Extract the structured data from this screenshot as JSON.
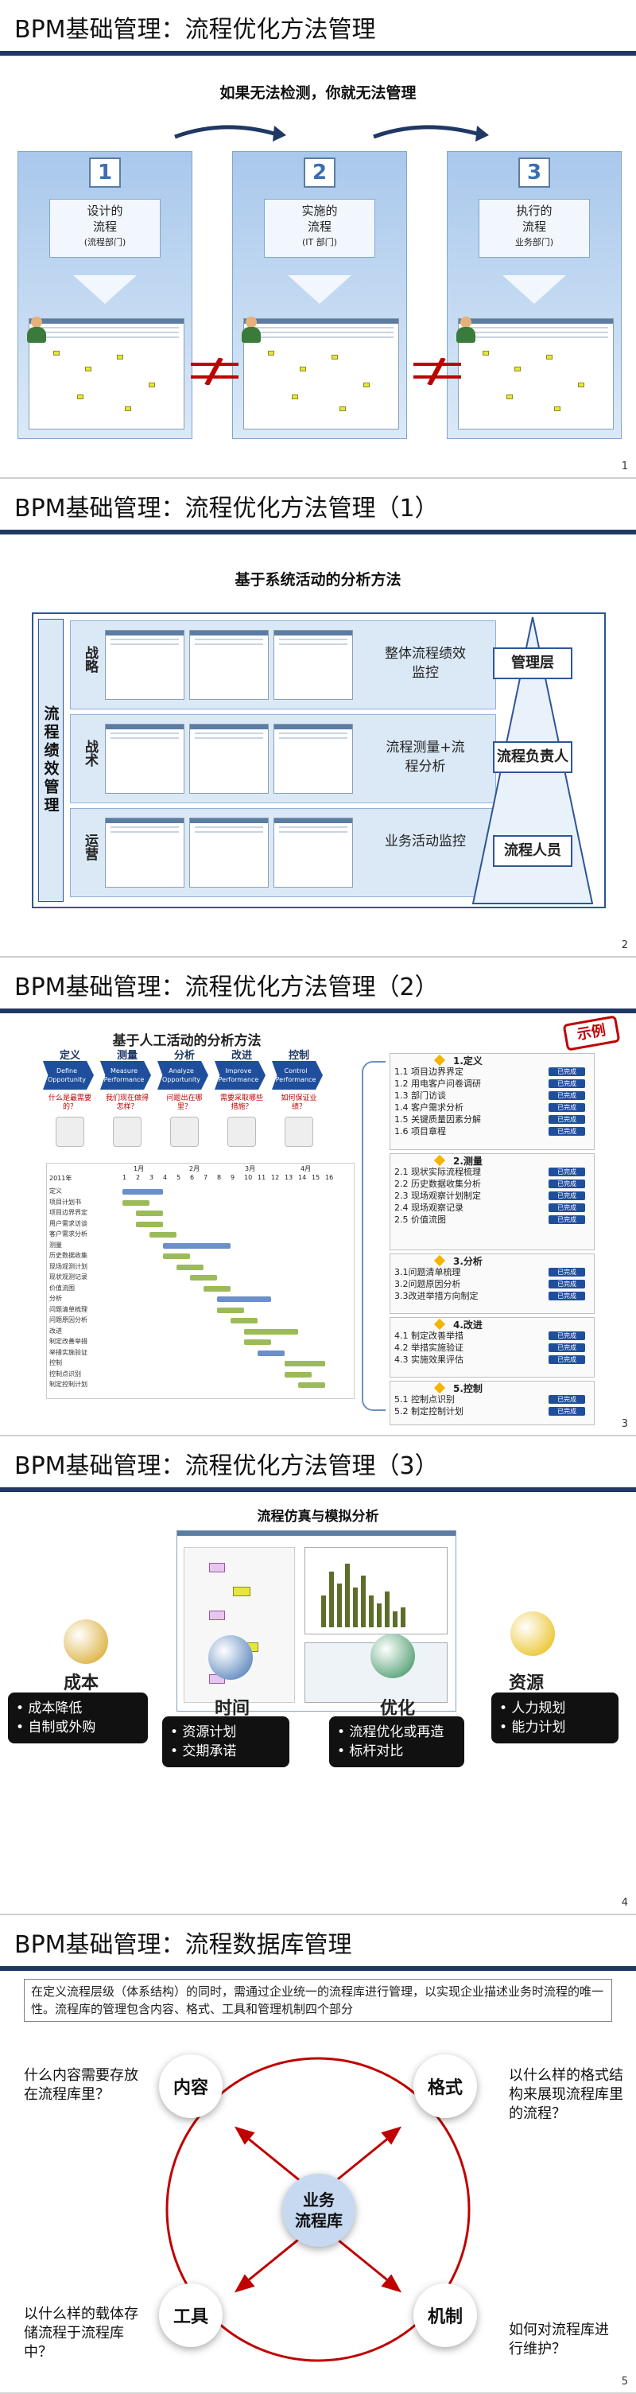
{
  "s1": {
    "title": "BPM基础管理：流程优化方法管理",
    "subtitle": "如果无法检测，你就无法管理",
    "stages": [
      {
        "num": "1",
        "line1": "设计的",
        "line2": "流程",
        "line3": "(流程部门)"
      },
      {
        "num": "2",
        "line1": "实施的",
        "line2": "流程",
        "line3": "(IT 部门)"
      },
      {
        "num": "3",
        "line1": "执行的",
        "line2": "流程",
        "line3": "业务部门)"
      }
    ],
    "page": "1"
  },
  "s2": {
    "title": "BPM基础管理：流程优化方法管理（1）",
    "subtitle": "基于系统活动的分析方法",
    "side_label": "流程绩效管理",
    "rows": [
      {
        "label": "战略",
        "desc1": "整体流程绩效",
        "desc2": "监控"
      },
      {
        "label": "战术",
        "desc1": "流程测量+流",
        "desc2": "程分析"
      },
      {
        "label": "运营",
        "desc1": "业务活动监控",
        "desc2": ""
      }
    ],
    "roles": [
      "管理层",
      "流程负责人",
      "流程人员"
    ],
    "page": "2"
  },
  "s3": {
    "title": "BPM基础管理：流程优化方法管理（2）",
    "subtitle": "基于人工活动的分析方法",
    "stamp": "示例",
    "phases": [
      {
        "name": "定义",
        "en": "Define Opportunity",
        "q": "什么是最需要的？"
      },
      {
        "name": "测量",
        "en": "Measure Performance",
        "q": "我们现在做得怎样？"
      },
      {
        "name": "分析",
        "en": "Analyze Opportunity",
        "q": "问题出在哪里？"
      },
      {
        "name": "改进",
        "en": "Improve Performance",
        "q": "需要采取哪些措施？"
      },
      {
        "name": "控制",
        "en": "Control Performance",
        "q": "如何保证业绩？"
      }
    ],
    "gantt_months": [
      "1月",
      "2月",
      "3月",
      "4月"
    ],
    "gantt_days": [
      "2011年",
      "1",
      "2",
      "3",
      "4",
      "5",
      "6",
      "7",
      "8",
      "9",
      "10",
      "11",
      "12",
      "13",
      "14",
      "15",
      "16"
    ],
    "gantt_rows": [
      "定义",
      "项目计划书",
      "项目边界界定",
      "用户需求访谈",
      "客户需求分析",
      "测量",
      "历史数据收集",
      "现场观测计划",
      "现状观测记录",
      "价值流图",
      "分析",
      "问题清单梳理",
      "问题原因分析",
      "改进",
      "制定改善举措",
      "举措实施验证",
      "控制",
      "控制点识别",
      "制定控制计划"
    ],
    "checklist": [
      {
        "head": "1.定义",
        "items": [
          "1.1  项目边界界定",
          "1.2  用电客户问卷调研",
          "1.3  部门访谈",
          "1.4  客户需求分析",
          "1.5  关键质量因素分解",
          "1.6  项目章程"
        ]
      },
      {
        "head": "2.测量",
        "items": [
          "2.1  现状实际流程梳理",
          "2.2  历史数据收集分析",
          "2.3  现场观察计划制定",
          "2.4  现场观察记录",
          "2.5  价值流图"
        ]
      },
      {
        "head": "3.分析",
        "items": [
          "3.1问题清单梳理",
          "3.2问题原因分析",
          "3.3改进举措方向制定"
        ]
      },
      {
        "head": "4.改进",
        "items": [
          "4.1 制定改善举措",
          "4.2 举措实施验证",
          "4.3 实施效果评估"
        ]
      },
      {
        "head": "5.控制",
        "items": [
          "5.1 控制点识别",
          "5.2 制定控制计划"
        ]
      }
    ],
    "done_label": "已完成",
    "page": "3"
  },
  "s4": {
    "title": "BPM基础管理：流程优化方法管理（3）",
    "subtitle": "流程仿真与模拟分析",
    "dims": [
      {
        "name": "成本",
        "bullets": [
          "• 成本降低",
          "• 自制或外购"
        ]
      },
      {
        "name": "时间",
        "bullets": [
          "• 资源计划",
          "• 交期承诺"
        ]
      },
      {
        "name": "优化",
        "bullets": [
          "• 流程优化或再造",
          "• 标杆对比"
        ]
      },
      {
        "name": "资源",
        "bullets": [
          "• 人力规划",
          "• 能力计划"
        ]
      }
    ],
    "page": "4"
  },
  "s5": {
    "title": "BPM基础管理：流程数据库管理",
    "intro": "在定义流程层级（体系结构）的同时，需通过企业统一的流程库进行管理，以实现企业描述业务时流程的唯一性。流程库的管理包含内容、格式、工具和管理机制四个部分",
    "center_line1": "业务",
    "center_line2": "流程库",
    "nodes": [
      "内容",
      "格式",
      "工具",
      "机制"
    ],
    "questions": [
      "什么内容需要存放在流程库里？",
      "以什么样的格式结构来展现流程库里的流程？",
      "以什么样的载体存储流程于流程库中？",
      "如何对流程库进行维护？"
    ],
    "page": "5"
  },
  "colors": {
    "navy": "#1f3864",
    "accent_red": "#c00000",
    "light_blue": "#dbe9f7"
  }
}
